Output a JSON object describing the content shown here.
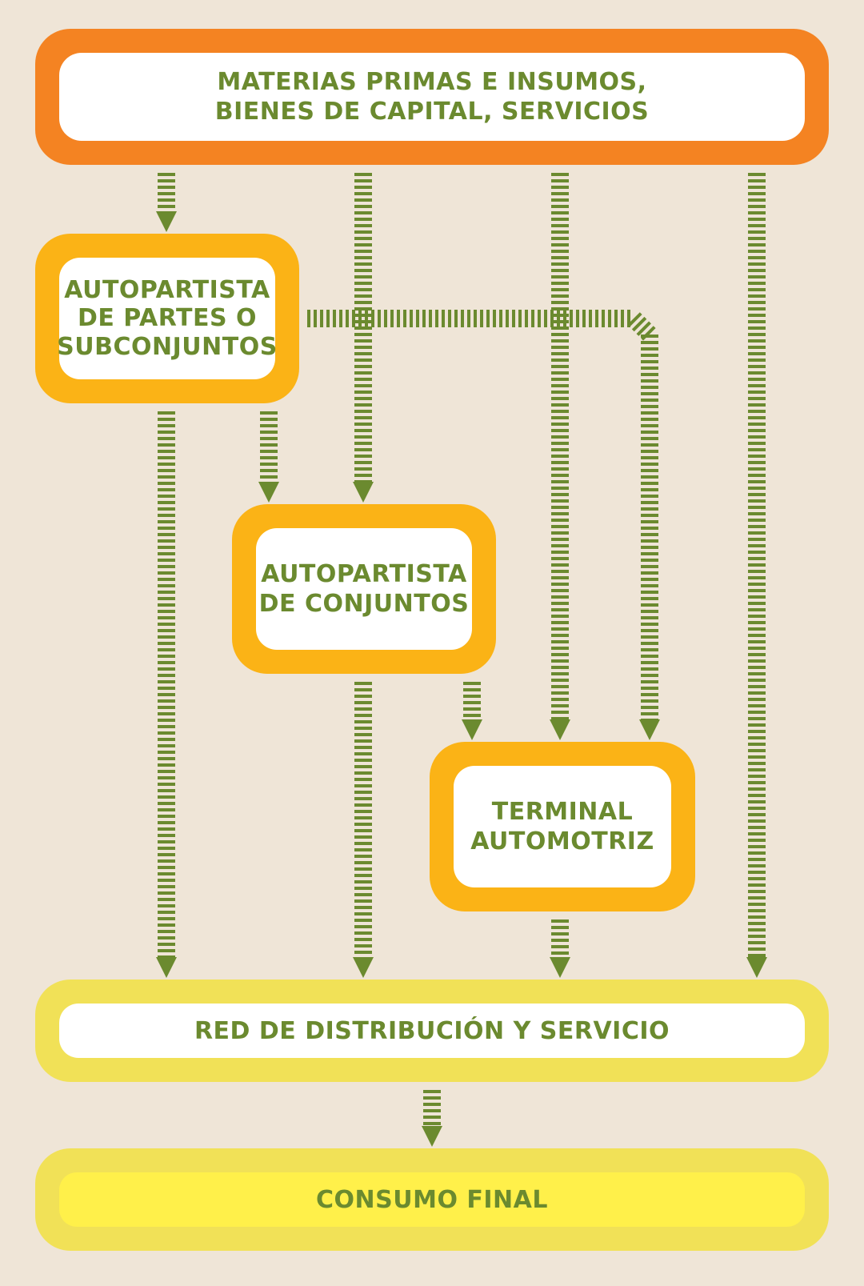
{
  "nodes": {
    "materias": {
      "lines": [
        "MATERIAS PRIMAS E INSUMOS,",
        "BIENES DE CAPITAL, SERVICIOS"
      ]
    },
    "subconjuntos": {
      "lines": [
        "AUTOPARTISTA",
        "DE PARTES O",
        "SUBCONJUNTOS"
      ]
    },
    "conjuntos": {
      "lines": [
        "AUTOPARTISTA",
        "DE CONJUNTOS"
      ]
    },
    "terminal": {
      "lines": [
        "TERMINAL",
        "AUTOMOTRIZ"
      ]
    },
    "red": {
      "lines": [
        "RED DE DISTRIBUCIÓN Y SERVICIO"
      ]
    },
    "consumo": {
      "lines": [
        "CONSUMO FINAL"
      ]
    }
  },
  "colors": {
    "background": "#efe5d7",
    "source_border": "#f48322",
    "intermediate_border": "#fbb316",
    "sink_border": "#f1e157",
    "consumo_fill": "#fff04a",
    "text": "#6b8a2f",
    "arrow": "#6b8a2f"
  },
  "edges": [
    {
      "from": "materias",
      "to": "subconjuntos"
    },
    {
      "from": "materias",
      "to": "conjuntos"
    },
    {
      "from": "materias",
      "to": "terminal"
    },
    {
      "from": "materias",
      "to": "red"
    },
    {
      "from": "subconjuntos",
      "to": "terminal"
    },
    {
      "from": "subconjuntos",
      "to": "red"
    },
    {
      "from": "subconjuntos",
      "to": "conjuntos"
    },
    {
      "from": "conjuntos",
      "to": "red"
    },
    {
      "from": "conjuntos",
      "to": "terminal"
    },
    {
      "from": "terminal",
      "to": "red"
    },
    {
      "from": "red",
      "to": "consumo"
    }
  ]
}
